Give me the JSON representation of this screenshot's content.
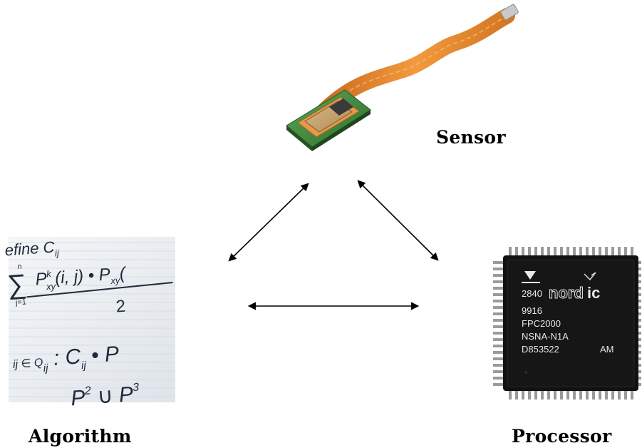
{
  "labels": {
    "sensor": "Sensor",
    "algorithm": "Algorithm",
    "processor": "Processor"
  },
  "chip": {
    "line1": "2840",
    "brand_a": "nord",
    "brand_b": "ic",
    "line2": "9916",
    "line3": "FPC2000",
    "line4": "NSNA-N1A",
    "line5": "D853522",
    "line5_right": "AM"
  },
  "formula": {
    "line1": "efine C",
    "line1_sub": "ij",
    "sum_top": "n",
    "sum_bottom": "j=1",
    "term": "P",
    "term_sup": "k",
    "term_sub": "xy",
    "args": "(i, j) • P",
    "args_sub": "xy",
    "args_tail": "(",
    "denominator": "2",
    "line3_a": "ij ∈ Q",
    "line3_a_sub": "ij",
    "line3_b": " : C",
    "line3_b_sub": "ij",
    "line3_c": " • P",
    "line4_a": "P",
    "line4_a_sup": "2",
    "line4_b": " ∪ P",
    "line4_b_sup": "3"
  },
  "colors": {
    "arrow": "#000000",
    "flex_cable": "#e0862f",
    "pcb": "#3f8a3c",
    "chip_body": "#111111",
    "chip_pins": "#9a9a9a"
  }
}
